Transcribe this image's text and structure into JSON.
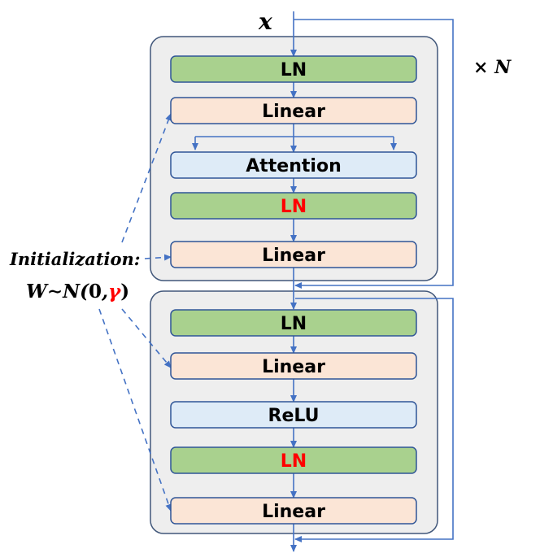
{
  "input_symbol": "x",
  "repeat_label": "× N",
  "colors": {
    "ln_fill": "#a9d18e",
    "linear_fill": "#fbe5d6",
    "op_fill": "#deebf7",
    "block_border": "#2f5597",
    "group_fill": "#eeeeee",
    "group_border": "#41577a",
    "arrow": "#4472c4",
    "highlight": "#ff0000",
    "text": "#000000"
  },
  "attention_block": {
    "layers": [
      {
        "label": "LN",
        "kind": "ln",
        "highlight": false
      },
      {
        "label": "Linear",
        "kind": "linear",
        "highlight": false
      },
      {
        "label": "Attention",
        "kind": "op",
        "highlight": false
      },
      {
        "label": "LN",
        "kind": "ln",
        "highlight": true
      },
      {
        "label": "Linear",
        "kind": "linear",
        "highlight": false
      }
    ]
  },
  "ffn_block": {
    "layers": [
      {
        "label": "LN",
        "kind": "ln",
        "highlight": false
      },
      {
        "label": "Linear",
        "kind": "linear",
        "highlight": false
      },
      {
        "label": "ReLU",
        "kind": "op",
        "highlight": false
      },
      {
        "label": "LN",
        "kind": "ln",
        "highlight": true
      },
      {
        "label": "Linear",
        "kind": "linear",
        "highlight": false
      }
    ]
  },
  "initialization": {
    "title": "Initialization:",
    "formula_prefix": "W∼N(",
    "formula_mean": "0",
    "formula_sep": ",",
    "formula_var": "γ",
    "formula_suffix": ")"
  }
}
